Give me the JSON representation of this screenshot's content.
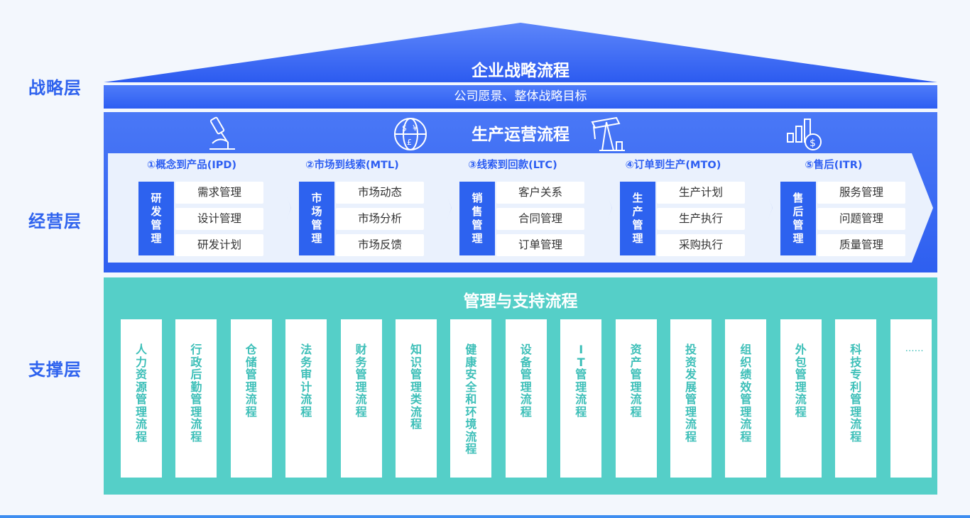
{
  "layers": {
    "strategy": "战略层",
    "operation": "经营层",
    "support": "支撑层"
  },
  "strategy": {
    "title": "企业战略流程",
    "subtitle": "公司愿景、整体战略目标"
  },
  "operation": {
    "title": "生产运营流程",
    "icons": [
      "microscope-icon",
      "currency-globe-icon",
      "oil-pump-icon",
      "money-chart-icon"
    ],
    "processes": [
      {
        "title": "①概念到产品(IPD)",
        "category": "研发管理",
        "items": [
          "需求管理",
          "设计管理",
          "研发计划"
        ]
      },
      {
        "title": "②市场到线索(MTL)",
        "category": "市场管理",
        "items": [
          "市场动态",
          "市场分析",
          "市场反馈"
        ]
      },
      {
        "title": "③线索到回款(LTC)",
        "category": "销售管理",
        "items": [
          "客户关系",
          "合同管理",
          "订单管理"
        ]
      },
      {
        "title": "④订单到生产(MTO)",
        "category": "生产管理",
        "items": [
          "生产计划",
          "生产执行",
          "采购执行"
        ]
      },
      {
        "title": "⑤售后(ITR)",
        "category": "售后管理",
        "items": [
          "服务管理",
          "问题管理",
          "质量管理"
        ]
      }
    ]
  },
  "support": {
    "title": "管理与支持流程",
    "items": [
      "人力资源管理流程",
      "行政后勤管理流程",
      "仓储管理流程",
      "法务审计流程",
      "财务管理流程",
      "知识管理类流程",
      "健康安全和环境流程",
      "设备管理流程",
      "IT管理流程",
      "资产管理流程",
      "投资发展管理流程",
      "组织绩效管理流程",
      "外包管理流程",
      "科技专利管理流程",
      "……"
    ]
  },
  "colors": {
    "primary_blue": "#2d5ef2",
    "teal": "#55cfc8",
    "teal_text": "#3dbfb8",
    "chevron_fill": "#eaf1fd"
  }
}
